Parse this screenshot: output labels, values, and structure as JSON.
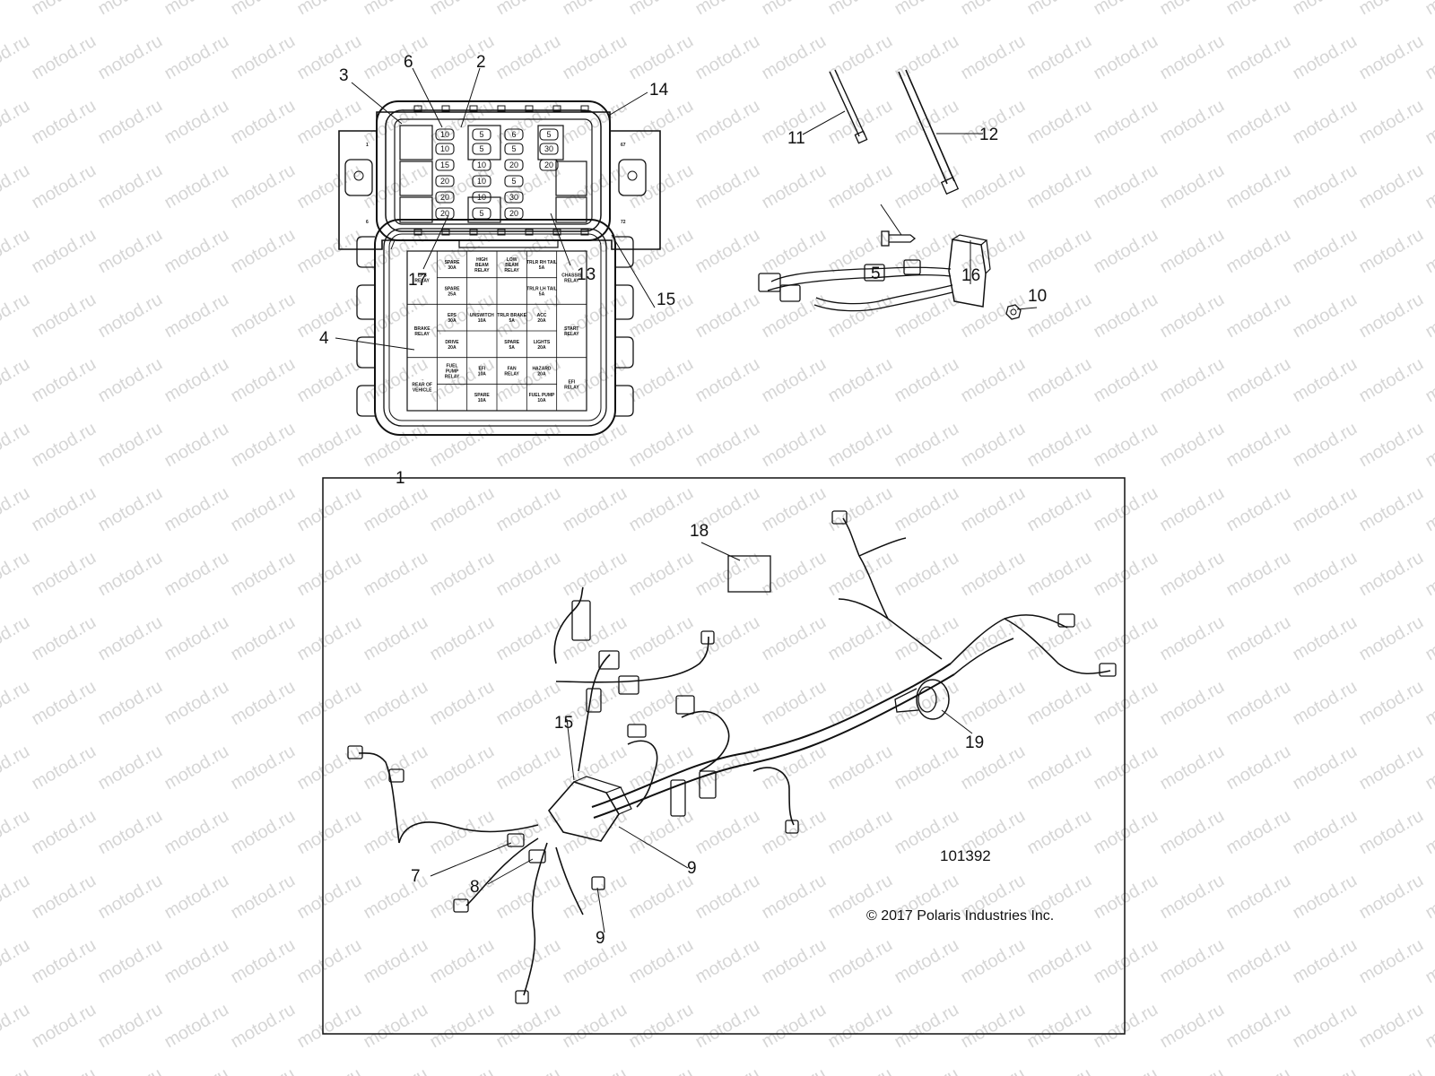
{
  "watermark": "motod.ru",
  "callouts": {
    "c1": "1",
    "c2": "2",
    "c3": "3",
    "c4": "4",
    "c5": "5",
    "c6": "6",
    "c7": "7",
    "c8": "8",
    "c9a": "9",
    "c9b": "9",
    "c10": "10",
    "c11": "11",
    "c12": "12",
    "c13": "13",
    "c14": "14",
    "c15a": "15",
    "c15b": "15",
    "c16": "16",
    "c17": "17",
    "c18": "18",
    "c19": "19"
  },
  "fuse_box_marks": {
    "left_top": "1",
    "left_bottom": "6",
    "right_top": "67",
    "right_bottom": "72"
  },
  "fuse_ratings": [
    "10",
    "10",
    "15",
    "20",
    "20",
    "20",
    "5",
    "5",
    "10",
    "10",
    "10",
    "5",
    "6",
    "5",
    "20",
    "5",
    "30",
    "20",
    "5",
    "30",
    "20"
  ],
  "cover_labels": [
    [
      "EPS\nRELAY",
      "SPARE\n30A",
      "HIGH\nBEAM\nRELAY",
      "LOW\nBEAM\nRELAY",
      "TRLR RH TAIL\n5A",
      "CHASSIS\nRELAY"
    ],
    [
      "",
      "SPARE\n25A",
      "",
      "",
      "TRLR LH TAIL\n5A",
      ""
    ],
    [
      "BRAKE\nRELAY",
      "EPS\n30A",
      "UNSWITCH\n10A",
      "TRLR BRAKE\n5A",
      "ACC\n20A",
      "START\nRELAY"
    ],
    [
      "",
      "DRIVE\n20A",
      "",
      "SPARE\n5A",
      "LIGHTS\n20A",
      ""
    ],
    [
      "→\nREAR OF\nVEHICLE",
      "FUEL\nPUMP\nRELAY",
      "EFI\n10A",
      "FAN\nRELAY",
      "HAZARD\n20A",
      "EFI\nRELAY"
    ],
    [
      "",
      "",
      "SPARE\n10A",
      "",
      "FUEL PUMP\n10A",
      ""
    ]
  ],
  "part_number": "101392",
  "copyright": "© 2017 Polaris Industries Inc."
}
